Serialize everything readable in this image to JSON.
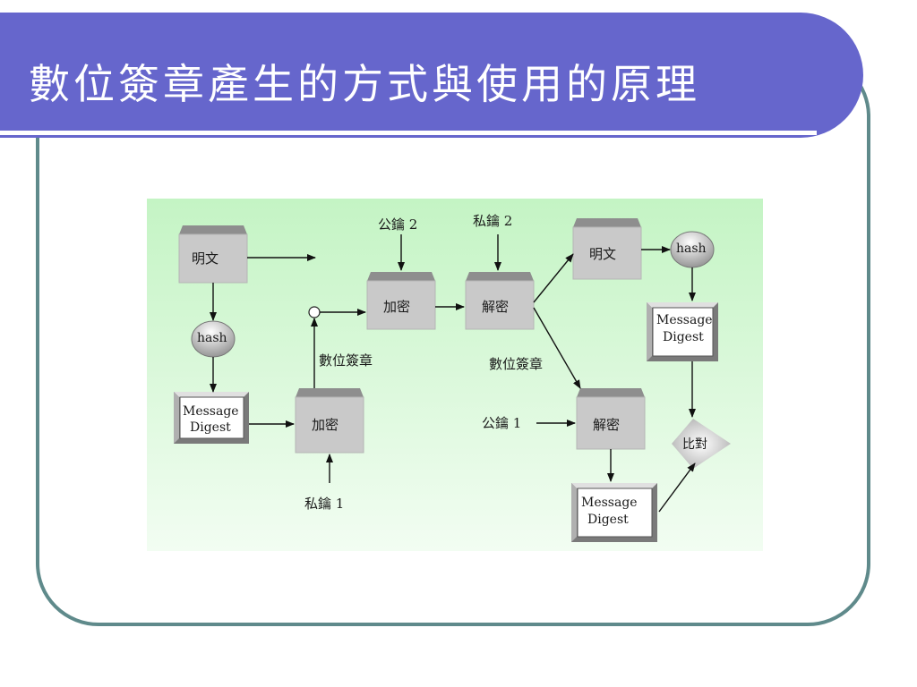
{
  "slide": {
    "title": "數位簽章產生的方式與使用的原理"
  },
  "diagram": {
    "plaintext_left": "明文",
    "hash_left": "hash",
    "md_left_line1": "Message",
    "md_left_line2": "Digest",
    "encrypt_sign": "加密",
    "private_key_1": "私鑰 1",
    "signature_label_left": "數位簽章",
    "public_key_2": "公鑰 2",
    "encrypt_main": "加密",
    "private_key_2": "私鑰 2",
    "decrypt_main": "解密",
    "plaintext_right": "明文",
    "hash_right": "hash",
    "md_right_line1": "Message",
    "md_right_line2": "Digest",
    "signature_label_right": "數位簽章",
    "public_key_1": "公鑰 1",
    "decrypt_sig": "解密",
    "md_bottom_line1": "Message",
    "md_bottom_line2": "Digest",
    "compare": "比對",
    "colors": {
      "background_gradient_top": "#c6f5c6",
      "background_gradient_bottom": "#f1fdf1",
      "box_face": "#c9c9c9",
      "box_top": "#8c8c8c",
      "title_bar": "#6666cc",
      "frame": "#5f8a8b"
    }
  }
}
